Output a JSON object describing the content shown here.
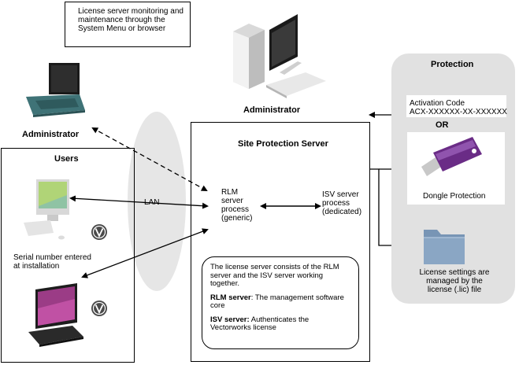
{
  "note": {
    "text": "License server monitoring and maintenance through the System Menu or browser"
  },
  "admin_left": {
    "label": "Administrator"
  },
  "admin_top": {
    "label": "Administrator"
  },
  "users": {
    "title": "Users",
    "serial_text_line1": "Serial number entered",
    "serial_text_line2": "at installation"
  },
  "lan": {
    "label": "LAN"
  },
  "site_server": {
    "title": "Site Protection Server",
    "rlm": {
      "line1": "RLM",
      "line2": "server",
      "line3": "process",
      "line4": "(generic)"
    },
    "isv": {
      "line1": "ISV server",
      "line2": "process",
      "line3": "(dedicated)"
    },
    "info": {
      "intro": "The license server consists of the RLM server and the ISV server working together.",
      "rlm_label": "RLM server",
      "rlm_desc": ": The management software core",
      "isv_label": "ISV server:",
      "isv_desc": " Authenticates the Vectorworks license"
    }
  },
  "protection": {
    "title": "Protection",
    "activation_label": "Activation Code",
    "activation_code": "ACX-XXXXXX-XX-XXXXXX",
    "or": "OR",
    "dongle": "Dongle Protection",
    "license_line1": "License settings are",
    "license_line2": "managed by the",
    "license_line3": "license (.lic) file"
  },
  "colors": {
    "protection_panel": "#e1e1e1",
    "lan_ellipse": "#e6e6e6",
    "laptop_teal": "#3f7377",
    "dongle_purple": "#6a2c86",
    "folder_blue": "#8aa6c4"
  },
  "icons": {
    "laptop": "laptop-icon",
    "desktop": "desktop-tower-icon",
    "imac": "imac-icon",
    "dongle": "usb-dongle-icon",
    "folder": "folder-icon",
    "vectorworks": "vectorworks-logo-icon"
  }
}
